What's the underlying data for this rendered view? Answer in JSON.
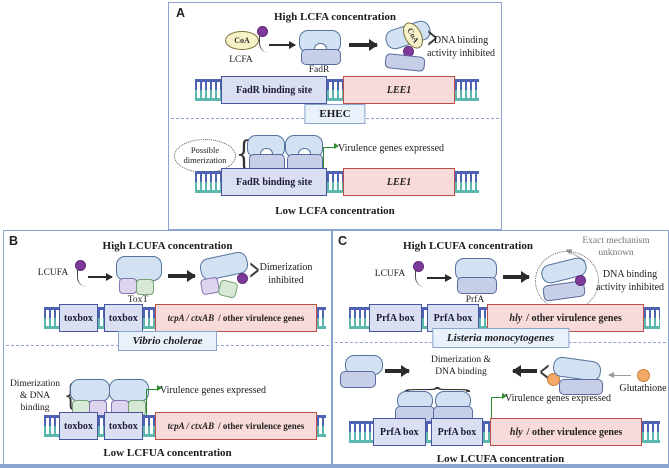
{
  "panels": {
    "A": {
      "label": "A",
      "high_title": "High LCFA concentration",
      "low_title": "Low LCFA concentration",
      "organism": "EHEC",
      "coa": "CoA",
      "ligand": "LCFA",
      "protein": "FadR",
      "inhibition_l1": "DNA binding",
      "inhibition_l2": "activity inhibited",
      "binding_site": "FadR binding site",
      "gene": "LEE1",
      "dimer_note_l1": "Possible",
      "dimer_note_l2": "dimerization",
      "expressed": "Virulence genes expressed"
    },
    "B": {
      "label": "B",
      "high_title": "High LCUFA concentration",
      "low_title": "Low LCFUA concentration",
      "organism": "Vibrio cholerae",
      "ligand": "LCUFA",
      "protein": "ToxT",
      "inhibition_l1": "Dimerization",
      "inhibition_l2": "inhibited",
      "binding_site": "toxbox",
      "gene_em": "tcpA / ctxAB",
      "gene_rest": "/ other virulence genes",
      "low_note_l1": "Dimerization",
      "low_note_l2": "& DNA",
      "low_note_l3": "binding",
      "expressed": "Virulence genes expressed"
    },
    "C": {
      "label": "C",
      "high_title": "High LCUFA concentration",
      "low_title": "Low LCUFA concentration",
      "organism": "Listeria monocytogenes",
      "mechanism_note_l1": "Exact mechanism",
      "mechanism_note_l2": "unknown",
      "ligand": "LCUFA",
      "protein": "PrfA",
      "inhibition_l1": "DNA binding",
      "inhibition_l2": "activity inhibited",
      "binding_site": "PrfA box",
      "gene_em": "hly",
      "gene_rest": "/ other virulence genes",
      "low_note_l1": "Dimerization &",
      "low_note_l2": "DNA binding",
      "glutathione": "Glutathione",
      "expressed": "Virulence genes expressed"
    }
  },
  "glyphs": {
    "brace": "{",
    "chev_right": ">",
    "chev_left": "<"
  },
  "colors": {
    "panel_border": "#8ba3cf",
    "dna_strand_top": "#4f63b5",
    "dna_strand_bottom": "#5cb8ad",
    "binding_site_box": "#dbdff2",
    "gene_box": "#f9dada",
    "gene_box_border": "#b8504e",
    "protein_blue": "#d3e2f3",
    "protein_lavender": "#c7cfe8",
    "ligand_purple": "#7d3a9b",
    "coa_yellow": "#f8f2c9",
    "glutathione_orange": "#f4a968",
    "expressed_arrow_green": "#2e8b2e",
    "organism_badge_fill": "#e9f1fb"
  }
}
